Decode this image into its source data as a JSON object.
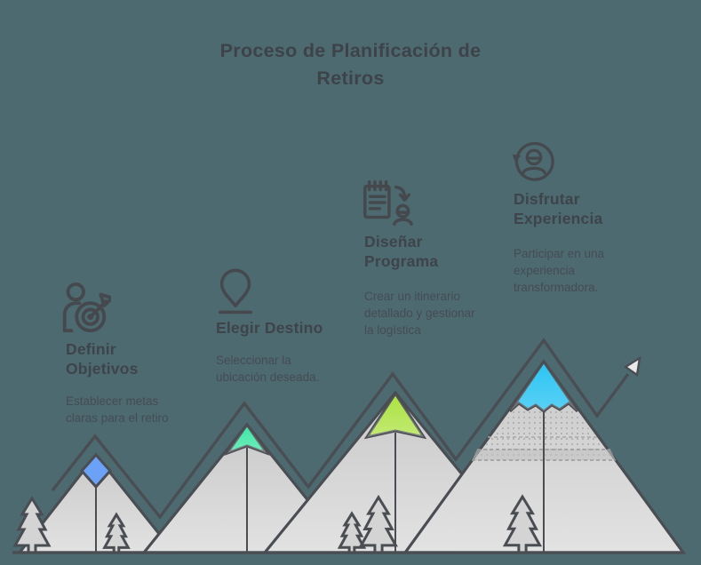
{
  "title": "Proceso de Planificación de\nRetiros",
  "background_color": "#4c6a70",
  "title_color": "#3d4349",
  "steps": [
    {
      "heading": "Definir\nObjetivos",
      "description": "Establecer metas\nclaras para el retiro",
      "icon": "person-target-icon",
      "peak_color": "#6ba1f7"
    },
    {
      "heading": "Elegir Destino",
      "description": "Seleccionar la\nubicación deseada.",
      "icon": "location-pin-icon",
      "peak_color": "#3be6a3"
    },
    {
      "heading": "Diseñar\nPrograma",
      "description": "Crear un itinerario\ndetallado y gestionar\nla logística",
      "icon": "itinerary-notepad-person-icon",
      "peak_color": "#abe23f"
    },
    {
      "heading": "Disfrutar\nExperiencia",
      "description": "Participar en una\nexperiencia\ntransformadora.",
      "icon": "cycle-person-icon",
      "peak_color": "#2bc4f3"
    }
  ],
  "scene": {
    "mountain_fill_top": "#c9c9c9",
    "mountain_fill_bottom": "#e2e2e2",
    "outline_color": "#4a4e53",
    "arrowhead_color": "#e9e9e9"
  }
}
